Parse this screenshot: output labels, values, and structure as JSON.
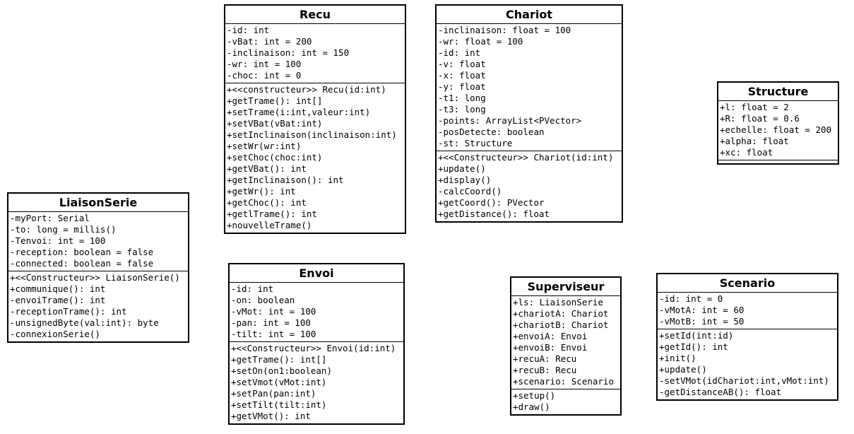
{
  "diagram": {
    "classes": [
      {
        "id": "liaisonserie",
        "name": "LiaisonSerie",
        "attributes": [
          "-myPort: Serial",
          "-to: long = millis()",
          "-Tenvoi: int = 100",
          "-reception: boolean = false",
          "-connected: boolean = false"
        ],
        "methods": [
          "+<<Constructeur>> LiaisonSerie()",
          "+communique(): int",
          "-envoiTrame(): int",
          "-receptionTrame(): int",
          "-unsignedByte(val:int): byte",
          "-connexionSerie()"
        ]
      },
      {
        "id": "recu",
        "name": "Recu",
        "attributes": [
          "-id: int",
          "-vBat: int = 200",
          "-inclinaison: int = 150",
          "-wr: int = 100",
          "-choc: int = 0"
        ],
        "methods": [
          "+<<constructeur>> Recu(id:int)",
          "+getTrame(): int[]",
          "+setTrame(i:int,valeur:int)",
          "+setVBat(vBat:int)",
          "+setInclinaison(inclinaison:int)",
          "+setWr(wr:int)",
          "+setChoc(choc:int)",
          "+getVBat(): int",
          "+getInclinaison(): int",
          "+getWr(): int",
          "+getChoc(): int",
          "+getlTrame(): int",
          "+nouvelleTrame()"
        ]
      },
      {
        "id": "envoi",
        "name": "Envoi",
        "attributes": [
          "-id: int",
          "-on: boolean",
          "-vMot: int = 100",
          "-pan: int = 100",
          "-tilt: int = 100"
        ],
        "methods": [
          "+<<Constructeur>> Envoi(id:int)",
          "+getTrame(): int[]",
          "+setOn(on1:boolean)",
          "+setVmot(vMot:int)",
          "+setPan(pan:int)",
          "+setTilt(tilt:int)",
          "+getVMot(): int"
        ]
      },
      {
        "id": "chariot",
        "name": "Chariot",
        "attributes": [
          "-inclinaison: float = 100",
          "-wr: float = 100",
          "-id: int",
          "-v: float",
          "-x: float",
          "-y: float",
          "-t1: long",
          "-t3: long",
          "-points: ArrayList<PVector>",
          "-posDetecte: boolean",
          "-st: Structure"
        ],
        "methods": [
          "+<<Constructeur>> Chariot(id:int)",
          "+update()",
          "+display()",
          "-calcCoord()",
          "+getCoord(): PVector",
          "+getDistance(): float"
        ]
      },
      {
        "id": "structure",
        "name": "Structure",
        "attributes": [
          "+l: float = 2",
          "+R: float = 0.6",
          "+echelle: float = 200",
          "+alpha: float",
          "+xc: float"
        ],
        "methods": []
      },
      {
        "id": "superviseur",
        "name": "Superviseur",
        "attributes": [
          "+ls: LiaisonSerie",
          "+chariotA: Chariot",
          "+chariotB: Chariot",
          "+envoiA: Envoi",
          "+envoiB: Envoi",
          "+recuA: Recu",
          "+recuB: Recu",
          "+scenario: Scenario"
        ],
        "methods": [
          "+setup()",
          "+draw()"
        ]
      },
      {
        "id": "scenario",
        "name": "Scenario",
        "attributes": [
          "-id: int = 0",
          "-vMotA: int = 60",
          "-vMotB: int = 50"
        ],
        "methods": [
          "+setId(int:id)",
          "+getId(): int",
          "+init()",
          "+update()",
          "-setVMot(idChariot:int,vMot:int)",
          "-getDistanceAB(): float"
        ]
      }
    ]
  }
}
